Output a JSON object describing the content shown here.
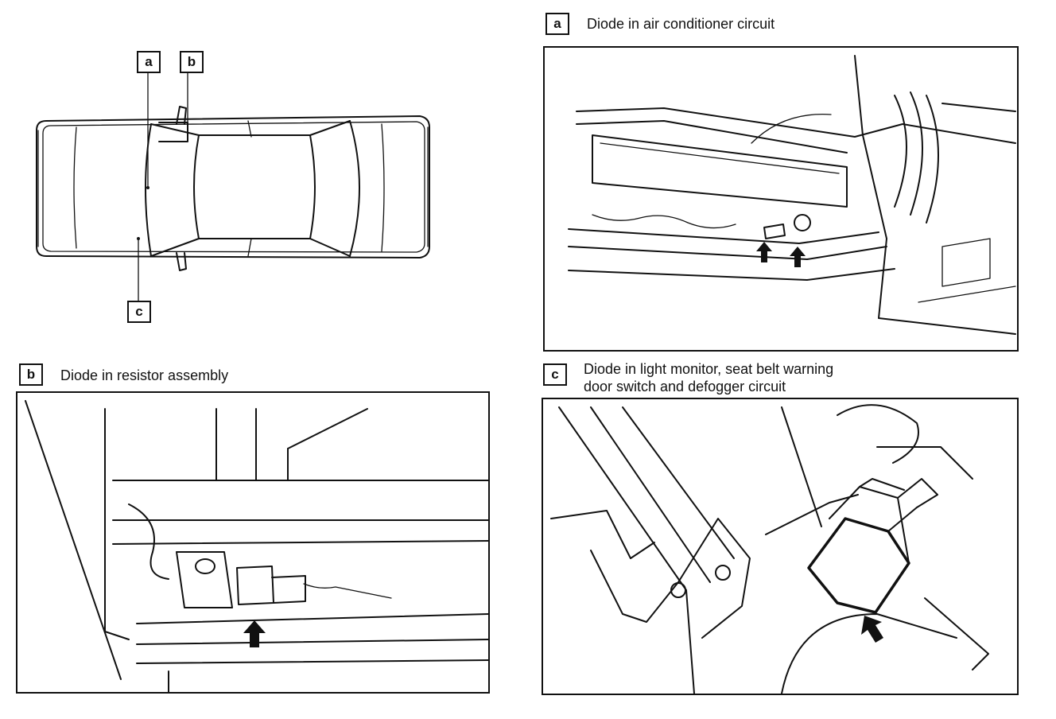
{
  "overview": {
    "callouts": [
      {
        "letter": "a"
      },
      {
        "letter": "b"
      },
      {
        "letter": "c"
      }
    ]
  },
  "panels": {
    "a": {
      "letter": "a",
      "caption": "Diode in air conditioner circuit"
    },
    "b": {
      "letter": "b",
      "caption": "Diode in resistor assembly"
    },
    "c": {
      "letter": "c",
      "caption_line1": "Diode in light monitor, seat belt warning",
      "caption_line2": "door switch and defogger circuit"
    }
  }
}
